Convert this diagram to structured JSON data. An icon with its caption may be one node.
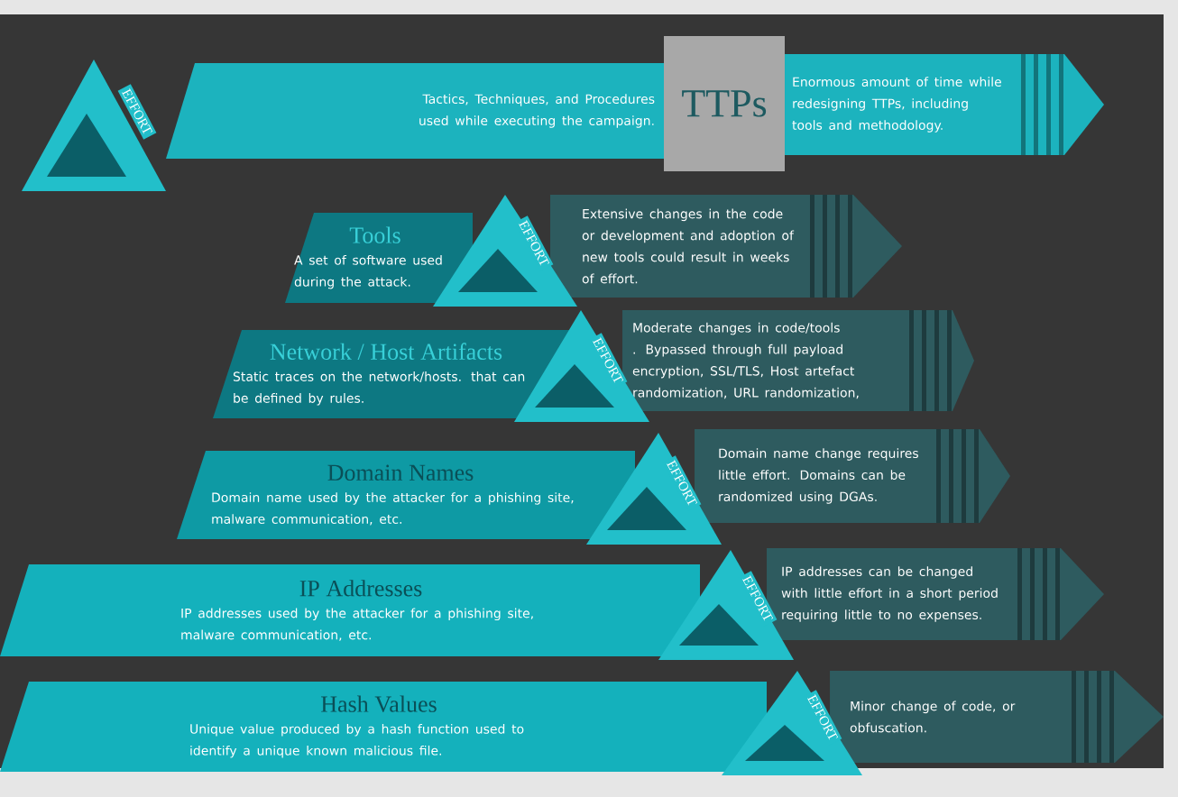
{
  "diagram": {
    "nodes": [
      {
        "text": [
          "Tactics, Techniques, and Procedures used while executing the campaign."
        ]
      },
      {
        "text": [
          "EFFORT"
        ]
      },
      {
        "text": [
          "TTPs"
        ]
      },
      {
        "text": [
          "Enormous amount of time while redesigning TTPs, including tools and methodology."
        ]
      },
      {
        "text": [
          "Tools",
          "A set of software used during the attack."
        ]
      },
      {
        "text": [
          "EFFORT"
        ]
      },
      {
        "text": [
          "Extensive changes in the code or development and adoption of new tools could result in weeks of effort."
        ]
      },
      {
        "text": [
          "Network / Host Artifacts",
          "Static traces on the network/hosts. that can be defined by rules."
        ]
      },
      {
        "text": [
          "EFFORT"
        ]
      },
      {
        "text": [
          "Moderate changes in code/tools . Bypassed through full payload encryption, SSL/TLS, Host artefact randomization, URL randomization,"
        ]
      },
      {
        "text": [
          "Domain Names",
          "Domain name used by the attacker for a phishing site, malware communication, etc."
        ]
      },
      {
        "text": [
          "EFFORT"
        ]
      },
      {
        "text": [
          "Domain name change requires little effort. Domains can be randomized using DGAs."
        ]
      },
      {
        "text": [
          "IP Addresses",
          "IP addresses used by the attacker for a phishing site, malware communication, etc."
        ]
      },
      {
        "text": [
          "EFFORT"
        ]
      },
      {
        "text": [
          "IP addresses can be changed with little effort in a short period requiring little to no expenses."
        ]
      },
      {
        "text": [
          "Hash Values",
          "Unique value produced by a hash function used to identify a unique known malicious file."
        ]
      },
      {
        "text": [
          "EFFORT"
        ]
      },
      {
        "text": [
          "Minor change of code, or obfuscation."
        ]
      }
    ]
  }
}
